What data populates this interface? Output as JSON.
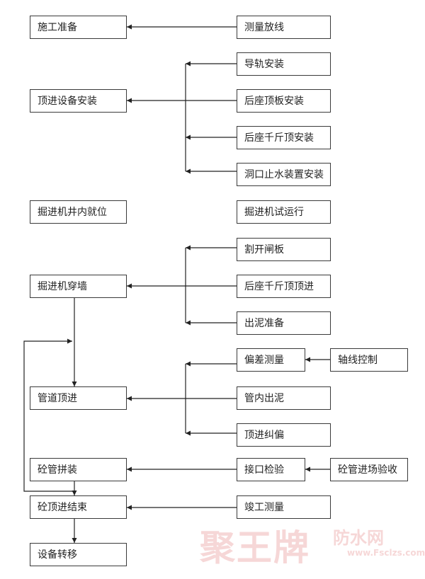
{
  "boxes": {
    "construction_prep": "施工准备",
    "survey_layout": "测量放线",
    "guide_rail_install": "导轨安装",
    "jacking_equipment_install": "顶进设备安装",
    "back_jacking_plate_install": "后座顶板安装",
    "back_jack_install": "后座千斤顶安装",
    "portal_waterstop_install": "洞口止水装置安装",
    "tbm_in_shaft_position": "掘进机井内就位",
    "tbm_trial_run": "掘进机试运行",
    "cut_gate_plate": "割开闸板",
    "tbm_wall_penetration": "掘进机穿墙",
    "back_jack_jacking": "后座千斤顶顶进",
    "mud_removal_prep": "出泥准备",
    "deviation_survey": "偏差测量",
    "axis_control": "轴线控制",
    "pipe_jacking": "管道顶进",
    "mud_removal_in_pipe": "管内出泥",
    "jacking_correction": "顶进纠偏",
    "concrete_pipe_assembly": "砼管拼装",
    "joint_inspection": "接口检验",
    "concrete_pipe_site_acceptance": "砼管进场验收",
    "concrete_jacking_complete": "砼顶进结束",
    "completion_survey": "竣工测量",
    "equipment_transfer": "设备转移"
  },
  "watermark": {
    "main": "聚王牌",
    "site": "防水网",
    "url": "www.Fsclzs.com"
  },
  "colors": {
    "line": "#222222",
    "box_border": "#3a3a3a",
    "watermark": "#f0b7b7"
  }
}
